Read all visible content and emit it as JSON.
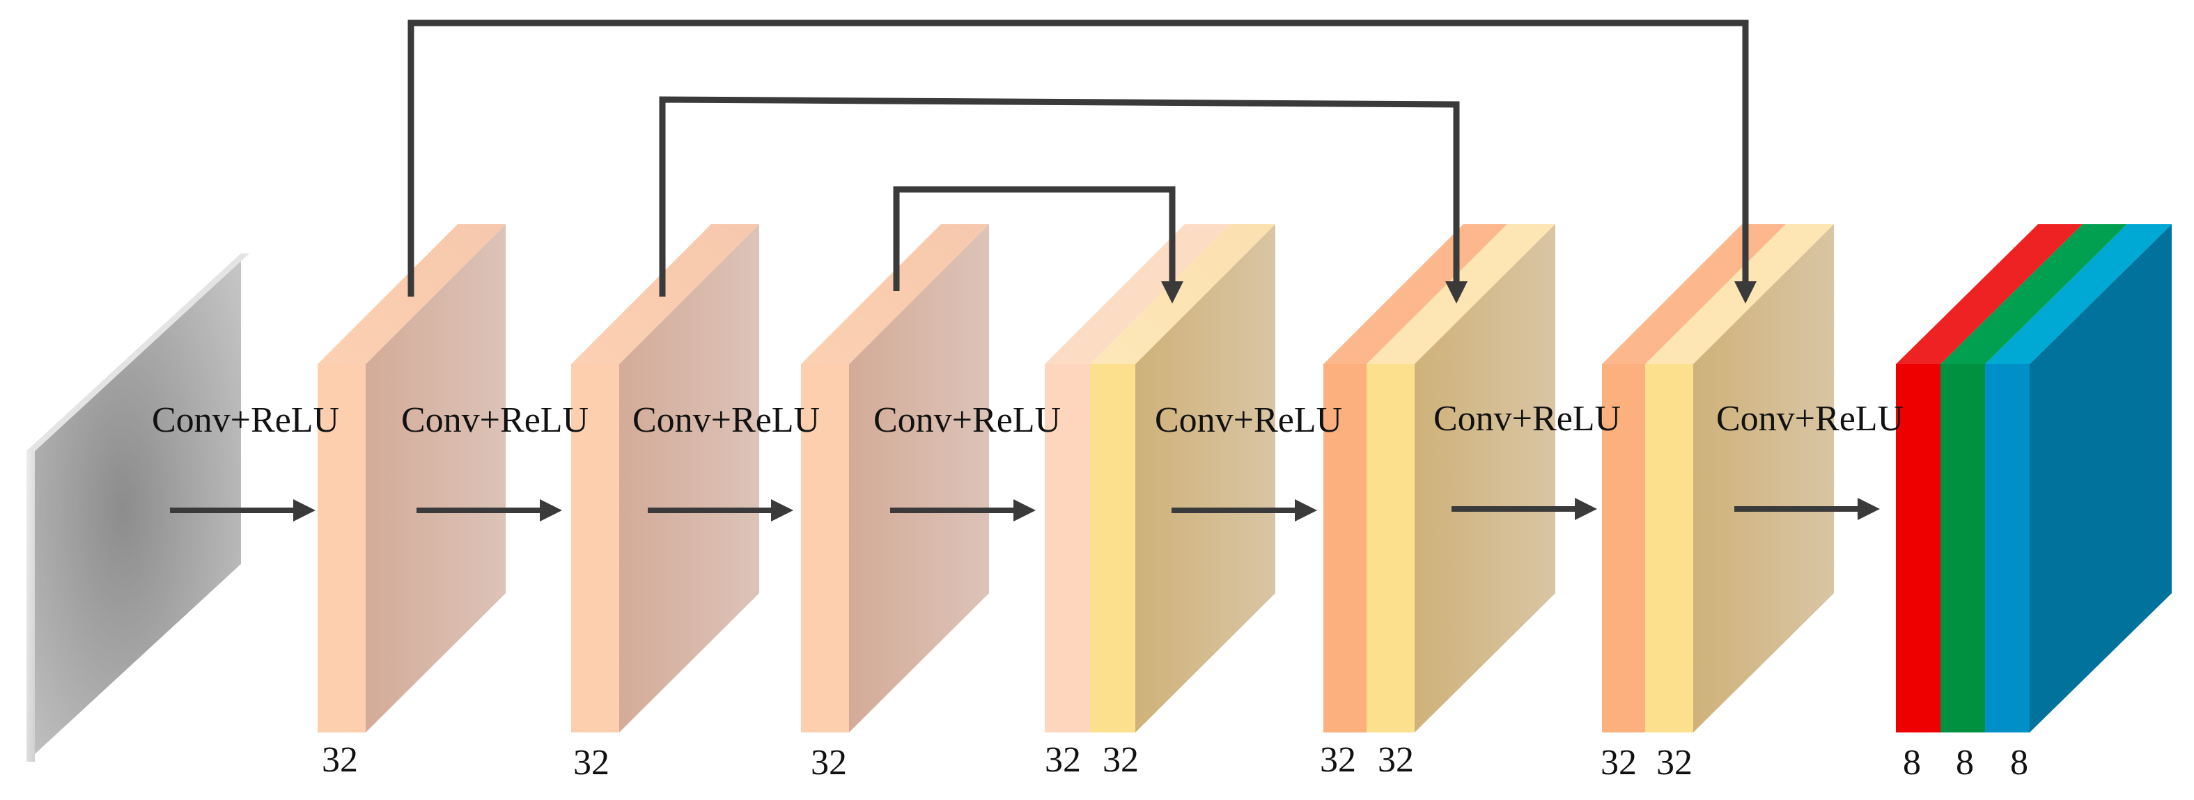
{
  "diagram": {
    "operation_labels": [
      "Conv+ReLU",
      "Conv+ReLU",
      "Conv+ReLU",
      "Conv+ReLU",
      "Conv+ReLU",
      "Conv+ReLU",
      "Conv+ReLU"
    ],
    "channel_labels": {
      "block1": "32",
      "block2": "32",
      "block3": "32",
      "block4": [
        "32",
        "32"
      ],
      "block5": [
        "32",
        "32"
      ],
      "block6": [
        "32",
        "32"
      ],
      "output": [
        "8",
        "8",
        "8"
      ]
    },
    "colors": {
      "input": "#b3b3b3",
      "feature_front": "#fdd0b0",
      "feature_side": "#d8b5a6",
      "concat_front_a": "#fcbf94",
      "concat_front_b": "#fee08f",
      "concat_side": "#d6bb8c",
      "output_red": "#ee0000",
      "output_green": "#009140",
      "output_blue": "#0090c8",
      "output_side": "#006e96",
      "arrow": "#3a3a3a"
    }
  }
}
